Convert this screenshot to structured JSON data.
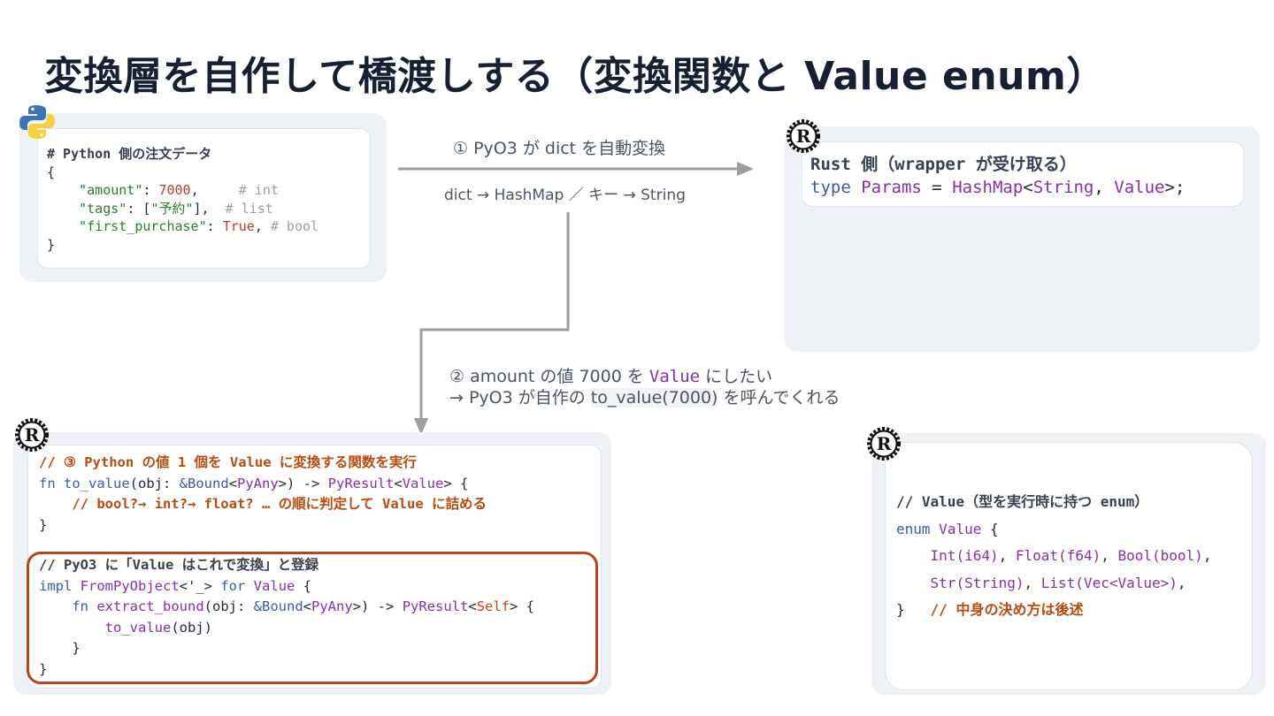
{
  "title": "変換層を自作して橋渡しする（変換関数と Value enum）",
  "python_card": {
    "comment": "# Python 側の注文データ",
    "open_brace": "{",
    "line1": {
      "key": "\"amount\"",
      "colon": ": ",
      "value": "7000",
      "tail": ",     ",
      "comment": "# int"
    },
    "line2": {
      "key": "\"tags\"",
      "colon": ": [",
      "value": "\"予約\"",
      "tail": "],  ",
      "comment": "# list"
    },
    "line3": {
      "key": "\"first_purchase\"",
      "colon": ": ",
      "value": "True",
      "tail": ", ",
      "comment": "# bool"
    },
    "close_brace": "}"
  },
  "arrow1": {
    "label": "① PyO3 が dict を自動変換",
    "sublabel": "dict → HashMap ／ キー → String"
  },
  "arrow2": {
    "line1_pre": "② amount の値 7000 を ",
    "line1_value": "Value",
    "line1_post": " にしたい",
    "line2_pre": "→ PyO3 が自作の ",
    "line2_code": "to_value(7000)",
    "line2_post": " を呼んでくれる"
  },
  "rust_wrapper": {
    "heading": "Rust 側（wrapper が受け取る）",
    "kw_type": "type",
    "name": "Params",
    "eq": " = ",
    "hashmap": "HashMap",
    "lt": "<",
    "string": "String",
    "comma": ", ",
    "value": "Value",
    "end": ">;"
  },
  "to_value_card": {
    "comment1": "// ③ Python の値 1 個を Value に変換する関数を実行",
    "fn_kw": "fn",
    "fn_name": "to_value",
    "params1": "(obj: ",
    "bound": "&Bound",
    "pyany_l": "<",
    "pyany": "PyAny",
    "params2": ">) -> ",
    "pyresult": "PyResult",
    "ret_l": "<",
    "ret_value": "Value",
    "ret_r": "> {",
    "comment2": "// bool?→ int?→ float? … の順に判定して Value に詰める",
    "close": "}"
  },
  "impl_card": {
    "comment": "// PyO3 に「Value はこれで変換」と登録",
    "impl_kw": "impl",
    "trait": "FromPyObject",
    "lifetime": "<'_> ",
    "for_kw": "for",
    "type": "Value",
    "open": " {",
    "fn_kw": "fn",
    "fn_name": "extract_bound",
    "params1": "(obj: ",
    "bound": "&Bound",
    "lt": "<",
    "pyany": "PyAny",
    "params2": ">) -> ",
    "pyresult": "PyResult",
    "self_l": "<",
    "self": "Self",
    "self_r": "> {",
    "call": "to_value",
    "call_args": "(obj)",
    "inner_close": "}",
    "outer_close": "}"
  },
  "enum_card": {
    "comment": "// Value（型を実行時に持つ enum）",
    "enum_kw": "enum",
    "name": "Value",
    "open": " {",
    "v_int": "Int",
    "v_int_t": "(i64)",
    "v_float": "Float",
    "v_float_t": "(f64)",
    "v_bool": "Bool",
    "v_bool_t": "(bool)",
    "v_str": "Str",
    "v_str_t": "(String)",
    "v_list": "List",
    "v_list_t": "(Vec<Value>)",
    "close": "}",
    "note": "// 中身の決め方は後述"
  },
  "colors": {
    "accent_outline": "#b8461a",
    "panel_bg": "#eef1f5",
    "arrow": "#9e9e9e",
    "title": "#172033"
  }
}
